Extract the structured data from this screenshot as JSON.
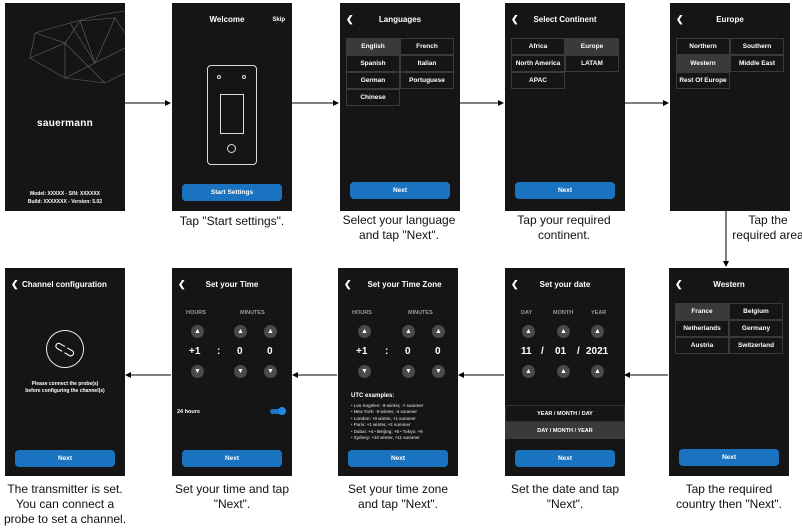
{
  "splash": {
    "logo": "sauermann",
    "info_line1": "Model: XXXXX - S/N: XXXXXX",
    "info_line2": "Build: XXXXXXX - Version: 5.02"
  },
  "welcome": {
    "title": "Welcome",
    "skip": "Skip",
    "button": "Start Settings",
    "caption": "Tap \"Start settings\"."
  },
  "languages": {
    "title": "Languages",
    "items": [
      "English",
      "French",
      "Spanish",
      "Italian",
      "German",
      "Portuguese",
      "Chinese"
    ],
    "selected": "English",
    "next": "Next",
    "caption_line1": "Select your language",
    "caption_line2": "and tap \"Next\"."
  },
  "continent": {
    "title": "Select Continent",
    "items": [
      "Africa",
      "Europe",
      "North America",
      "LATAM",
      "APAC"
    ],
    "selected": "Europe",
    "next": "Next",
    "caption_line1": "Tap your required",
    "caption_line2": "continent."
  },
  "europe": {
    "title": "Europe",
    "items": [
      "Northern",
      "Southern",
      "Western",
      "Middle East",
      "Rest Of Europe"
    ],
    "selected": "Western",
    "caption_line1": "Tap the",
    "caption_line2": "required area"
  },
  "western": {
    "title": "Western",
    "items": [
      "France",
      "Belgium",
      "Netherlands",
      "Germany",
      "Austria",
      "Switzerland"
    ],
    "selected": "France",
    "next": "Next",
    "caption_line1": "Tap the required",
    "caption_line2": "country then \"Next\"."
  },
  "date": {
    "title": "Set your date",
    "labels": [
      "DAY",
      "MONTH",
      "YEAR"
    ],
    "day": "11",
    "month": "01",
    "year": "2021",
    "sep": "/",
    "formats": [
      "YEAR / MONTH / DAY",
      "DAY / MONTH / YEAR"
    ],
    "selected_format": "DAY / MONTH / YEAR",
    "next": "Next",
    "caption_line1": "Set the date and tap",
    "caption_line2": "\"Next\"."
  },
  "timezone": {
    "title": "Set your Time Zone",
    "hours_label": "HOURS",
    "minutes_label": "MINUTES",
    "hours": "+1",
    "min1": "0",
    "min2": "0",
    "colon": ":",
    "utc_title": "UTC examples:",
    "utc": [
      "• Los Angeles: -8 winter, -7 summer",
      "• New York: -5 winter, -4 summer",
      "• London: +0 winter, +1 summer",
      "• Paris: +1 winter, +2 summer",
      "• Dubai: +4 • Beijing: +8 • Tokyo: +9",
      "• Sydney: +10 winter, +11 summer"
    ],
    "next": "Next",
    "caption_line1": "Set your time zone",
    "caption_line2": "and tap \"Next\"."
  },
  "time": {
    "title": "Set your Time",
    "hours_label": "HOURS",
    "minutes_label": "MINUTES",
    "hours": "+1",
    "min1": "0",
    "min2": "0",
    "colon": ":",
    "toggle_label": "24 hours",
    "toggle_on": true,
    "next": "Next",
    "caption_line1": "Set your time and tap",
    "caption_line2": "\"Next\"."
  },
  "channel": {
    "title": "Channel configuration",
    "message_line1": "Please connect the probe(s)",
    "message_line2": "before configuring the channel(s)",
    "next": "Next",
    "caption_line1": "The transmitter is set.",
    "caption_line2": "You can connect a",
    "caption_line3": "probe to set a channel."
  },
  "colors": {
    "screen": "#151515",
    "button": "#1a73c1",
    "selected": "#3a3a3a"
  }
}
